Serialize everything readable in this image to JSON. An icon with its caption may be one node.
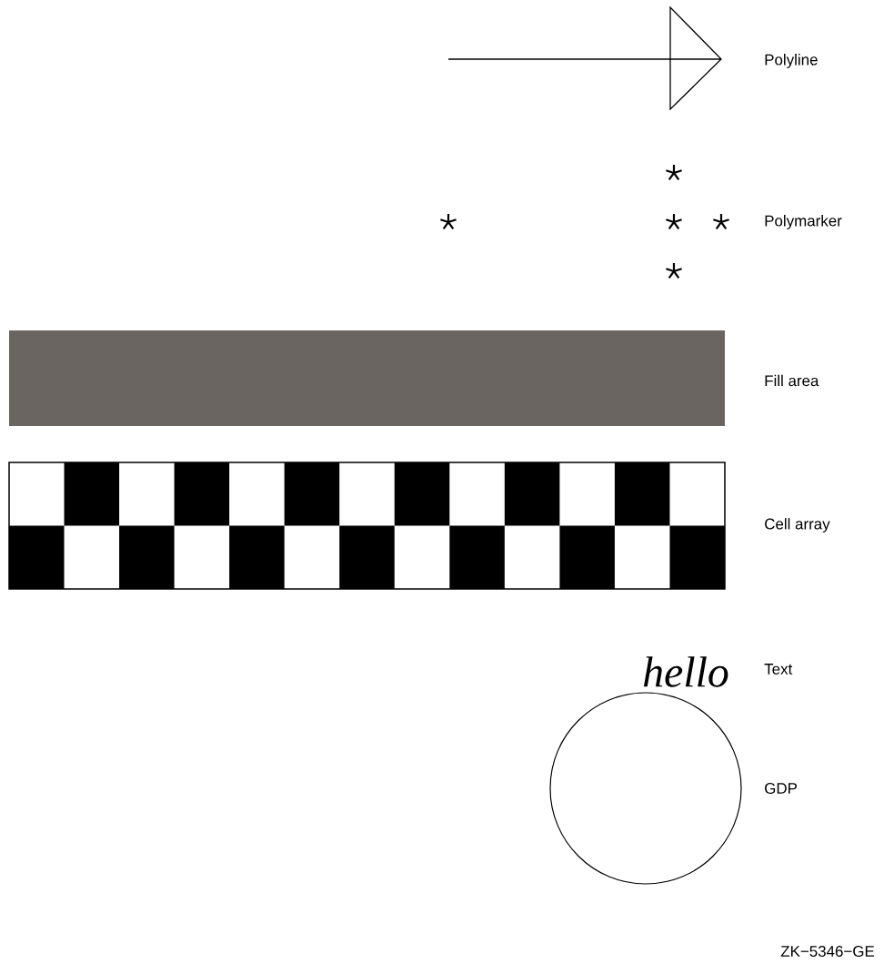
{
  "diagram": {
    "labels": [
      "Polyline",
      "Polymarker",
      "Fill area",
      "Cell array",
      "hello",
      "Text",
      "GDP",
      "ZK−5346−GE"
    ]
  }
}
